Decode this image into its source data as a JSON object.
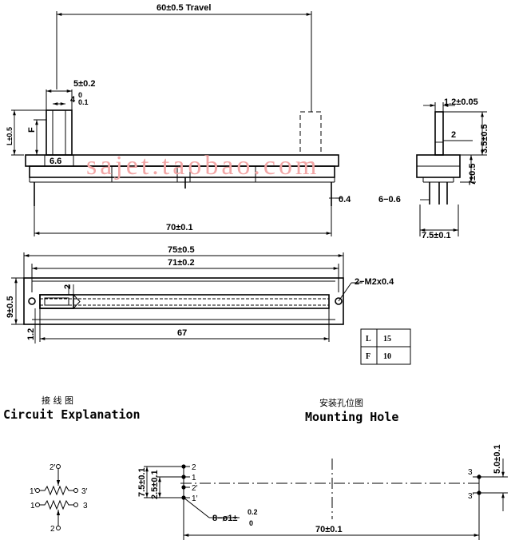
{
  "watermark": "sajet.taobao.com",
  "side_view": {
    "travel": "60±0.5 Travel",
    "d_5": "5±0.2",
    "d_4": "4",
    "d_4_tol_up": "0",
    "d_4_tol_dn": "0.1",
    "l_label": "L±0.5",
    "f_label": "F",
    "d_6_6": "6.6",
    "d_0_4": "0.4",
    "d_70": "70±0.1"
  },
  "end_view": {
    "d_1_2": "1.2±0.05",
    "d_2": "2",
    "d_3_5": "3.5±0.5",
    "d_7": "7±0.5",
    "d_6_06": "6−0.6",
    "d_7_5": "7.5±0.1"
  },
  "top_view": {
    "d_75": "75±0.5",
    "d_71": "71±0.2",
    "d_2": "2",
    "d_9": "9±0.5",
    "d_1_2": "1.2",
    "d_67": "67",
    "d_m2": "2−M2x0.4"
  },
  "spec_table": [
    {
      "key": "L",
      "value": "15"
    },
    {
      "key": "F",
      "value": "10"
    }
  ],
  "circuit": {
    "title_cn": "接 线 图",
    "title_en": "Circuit  Explanation",
    "pins": {
      "p2p": "2′",
      "p1p": "1′",
      "p3p": "3′",
      "p1": "1",
      "p3": "3",
      "p2": "2"
    }
  },
  "mounting": {
    "title_cn": "安装孔位图",
    "title_en": "Mounting  Hole",
    "d_7_5": "7.5±0.1",
    "d_2_5": "2.5±0.1",
    "d_5": "5.0±0.1",
    "d_holes": "8−ø1±",
    "d_holes_up": "0.2",
    "d_holes_dn": "0",
    "d_70": "70±0.1",
    "pins_left": [
      "2",
      "1",
      "2′",
      "1′"
    ],
    "pins_right": [
      "3",
      "3′"
    ]
  }
}
